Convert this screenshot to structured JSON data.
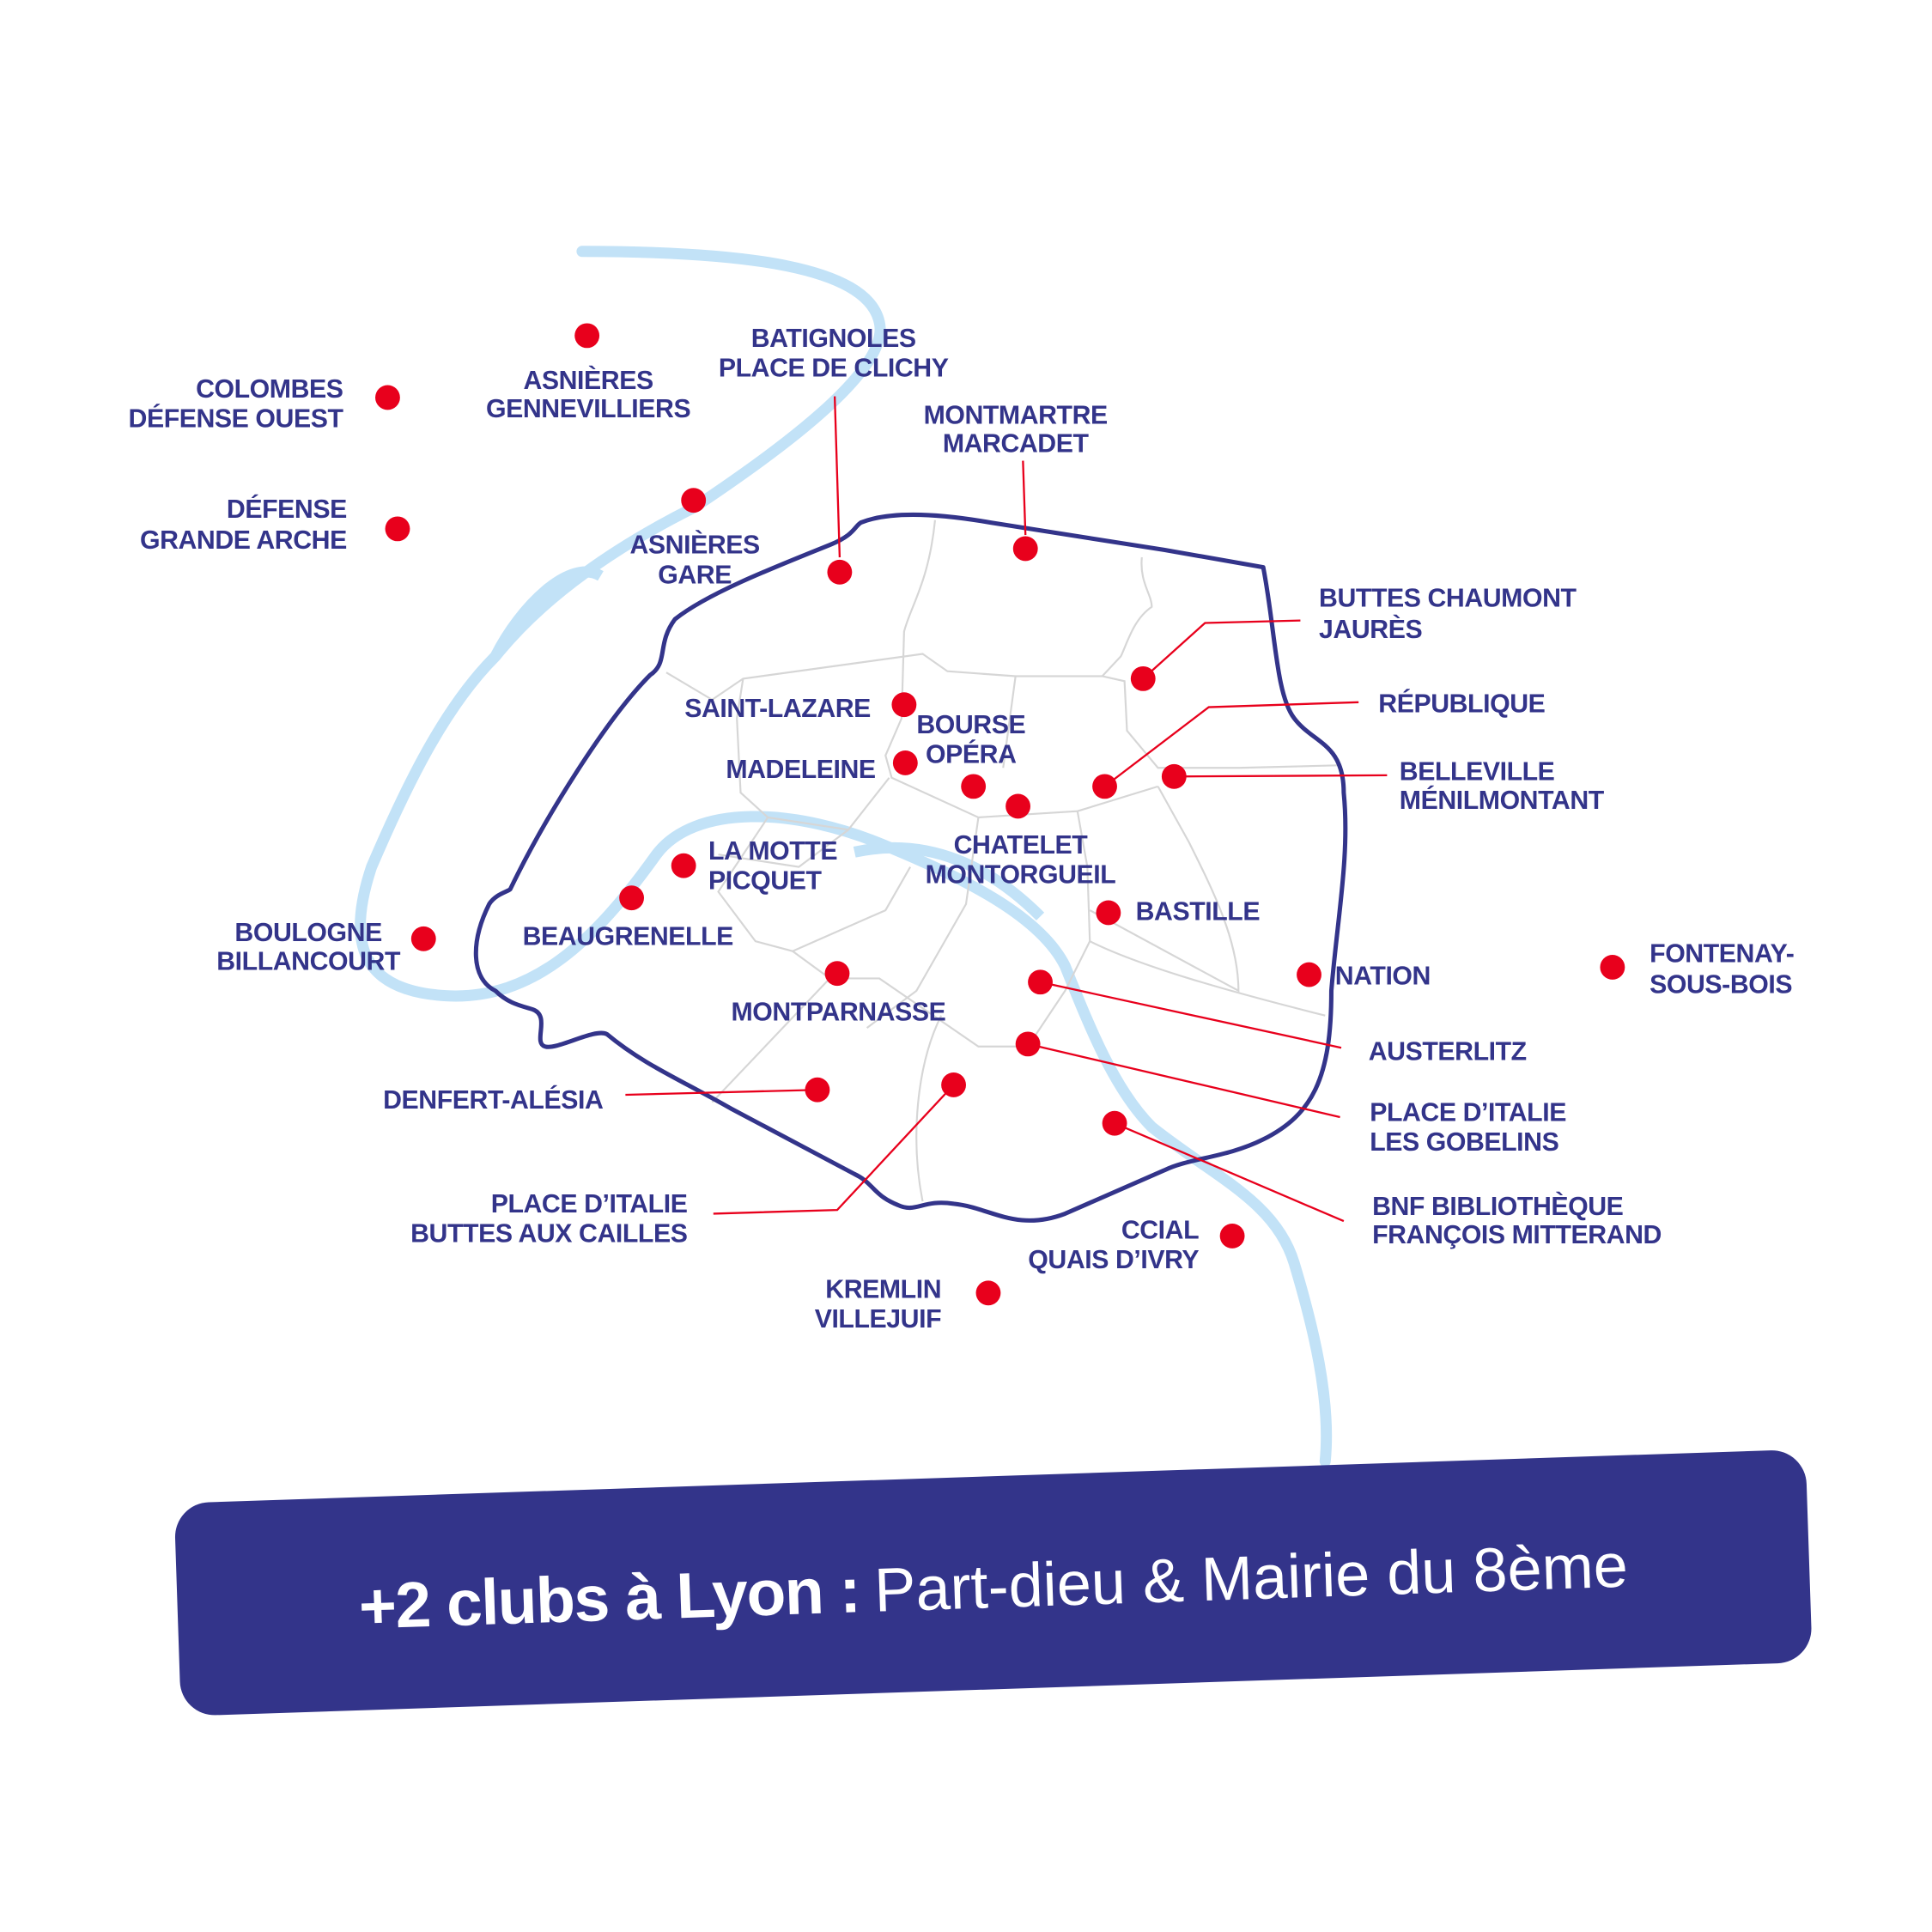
{
  "colors": {
    "navy": "#33348a",
    "red": "#e8001c",
    "river": "#c2e2f7",
    "district_border": "#d6d6d6"
  },
  "map": {
    "clubs": [
      {
        "id": "colombes",
        "lines": [
          "COLOMBES",
          "DÉFENSE OUEST"
        ]
      },
      {
        "id": "asnieres-gennevilliers",
        "lines": [
          "ASNIÈRES",
          "GENNEVILLIERS"
        ]
      },
      {
        "id": "batignoles",
        "lines": [
          "BATIGNOLES",
          "PLACE DE CLICHY"
        ]
      },
      {
        "id": "montmartre",
        "lines": [
          "MONTMARTRE",
          "MARCADET"
        ]
      },
      {
        "id": "defense",
        "lines": [
          "DÉFENSE",
          "GRANDE ARCHE"
        ]
      },
      {
        "id": "asnieres-gare",
        "lines": [
          "ASNIÈRES",
          "GARE"
        ]
      },
      {
        "id": "buttes-chaumont",
        "lines": [
          "BUTTES CHAUMONT",
          "JAURÈS"
        ]
      },
      {
        "id": "republique",
        "lines": [
          "RÉPUBLIQUE"
        ]
      },
      {
        "id": "belleville",
        "lines": [
          "BELLEVILLE",
          "MÉNILMONTANT"
        ]
      },
      {
        "id": "saint-lazare",
        "lines": [
          "SAINT-LAZARE"
        ]
      },
      {
        "id": "bourse",
        "lines": [
          "BOURSE",
          "OPÉRA"
        ]
      },
      {
        "id": "madeleine",
        "lines": [
          "MADELEINE"
        ]
      },
      {
        "id": "la-motte-picquet",
        "lines": [
          "LA MOTTE",
          "PICQUET"
        ]
      },
      {
        "id": "chatelet",
        "lines": [
          "CHATELET",
          "MONTORGUEIL"
        ]
      },
      {
        "id": "beaugrenelle",
        "lines": [
          "BEAUGRENELLE"
        ]
      },
      {
        "id": "bastille",
        "lines": [
          "BASTILLE"
        ]
      },
      {
        "id": "boulogne",
        "lines": [
          "BOULOGNE",
          "BILLANCOURT"
        ]
      },
      {
        "id": "nation",
        "lines": [
          "NATION"
        ]
      },
      {
        "id": "fontenay",
        "lines": [
          "FONTENAY-",
          "SOUS-BOIS"
        ]
      },
      {
        "id": "montparnasse",
        "lines": [
          "MONTPARNASSE"
        ]
      },
      {
        "id": "austerlitz",
        "lines": [
          "AUSTERLITZ"
        ]
      },
      {
        "id": "place-italie-gobelins",
        "lines": [
          "PLACE D’ITALIE",
          "LES GOBELINS"
        ]
      },
      {
        "id": "denfert",
        "lines": [
          "DENFERT-ALÉSIA"
        ]
      },
      {
        "id": "place-italie-cailles",
        "lines": [
          "PLACE D’ITALIE",
          "BUTTES AUX CAILLES"
        ]
      },
      {
        "id": "bnf",
        "lines": [
          "BNF BIBLIOTHÈQUE",
          "FRANÇOIS MITTERAND"
        ]
      },
      {
        "id": "ccial-ivry",
        "lines": [
          "CCIAL",
          "QUAIS D’IVRY"
        ]
      },
      {
        "id": "kremlin",
        "lines": [
          "KREMLIN",
          "VILLEJUIF"
        ]
      }
    ]
  },
  "banner": {
    "bold": "+2 clubs à Lyon :",
    "light": "Part-dieu & Mairie du 8ème"
  }
}
